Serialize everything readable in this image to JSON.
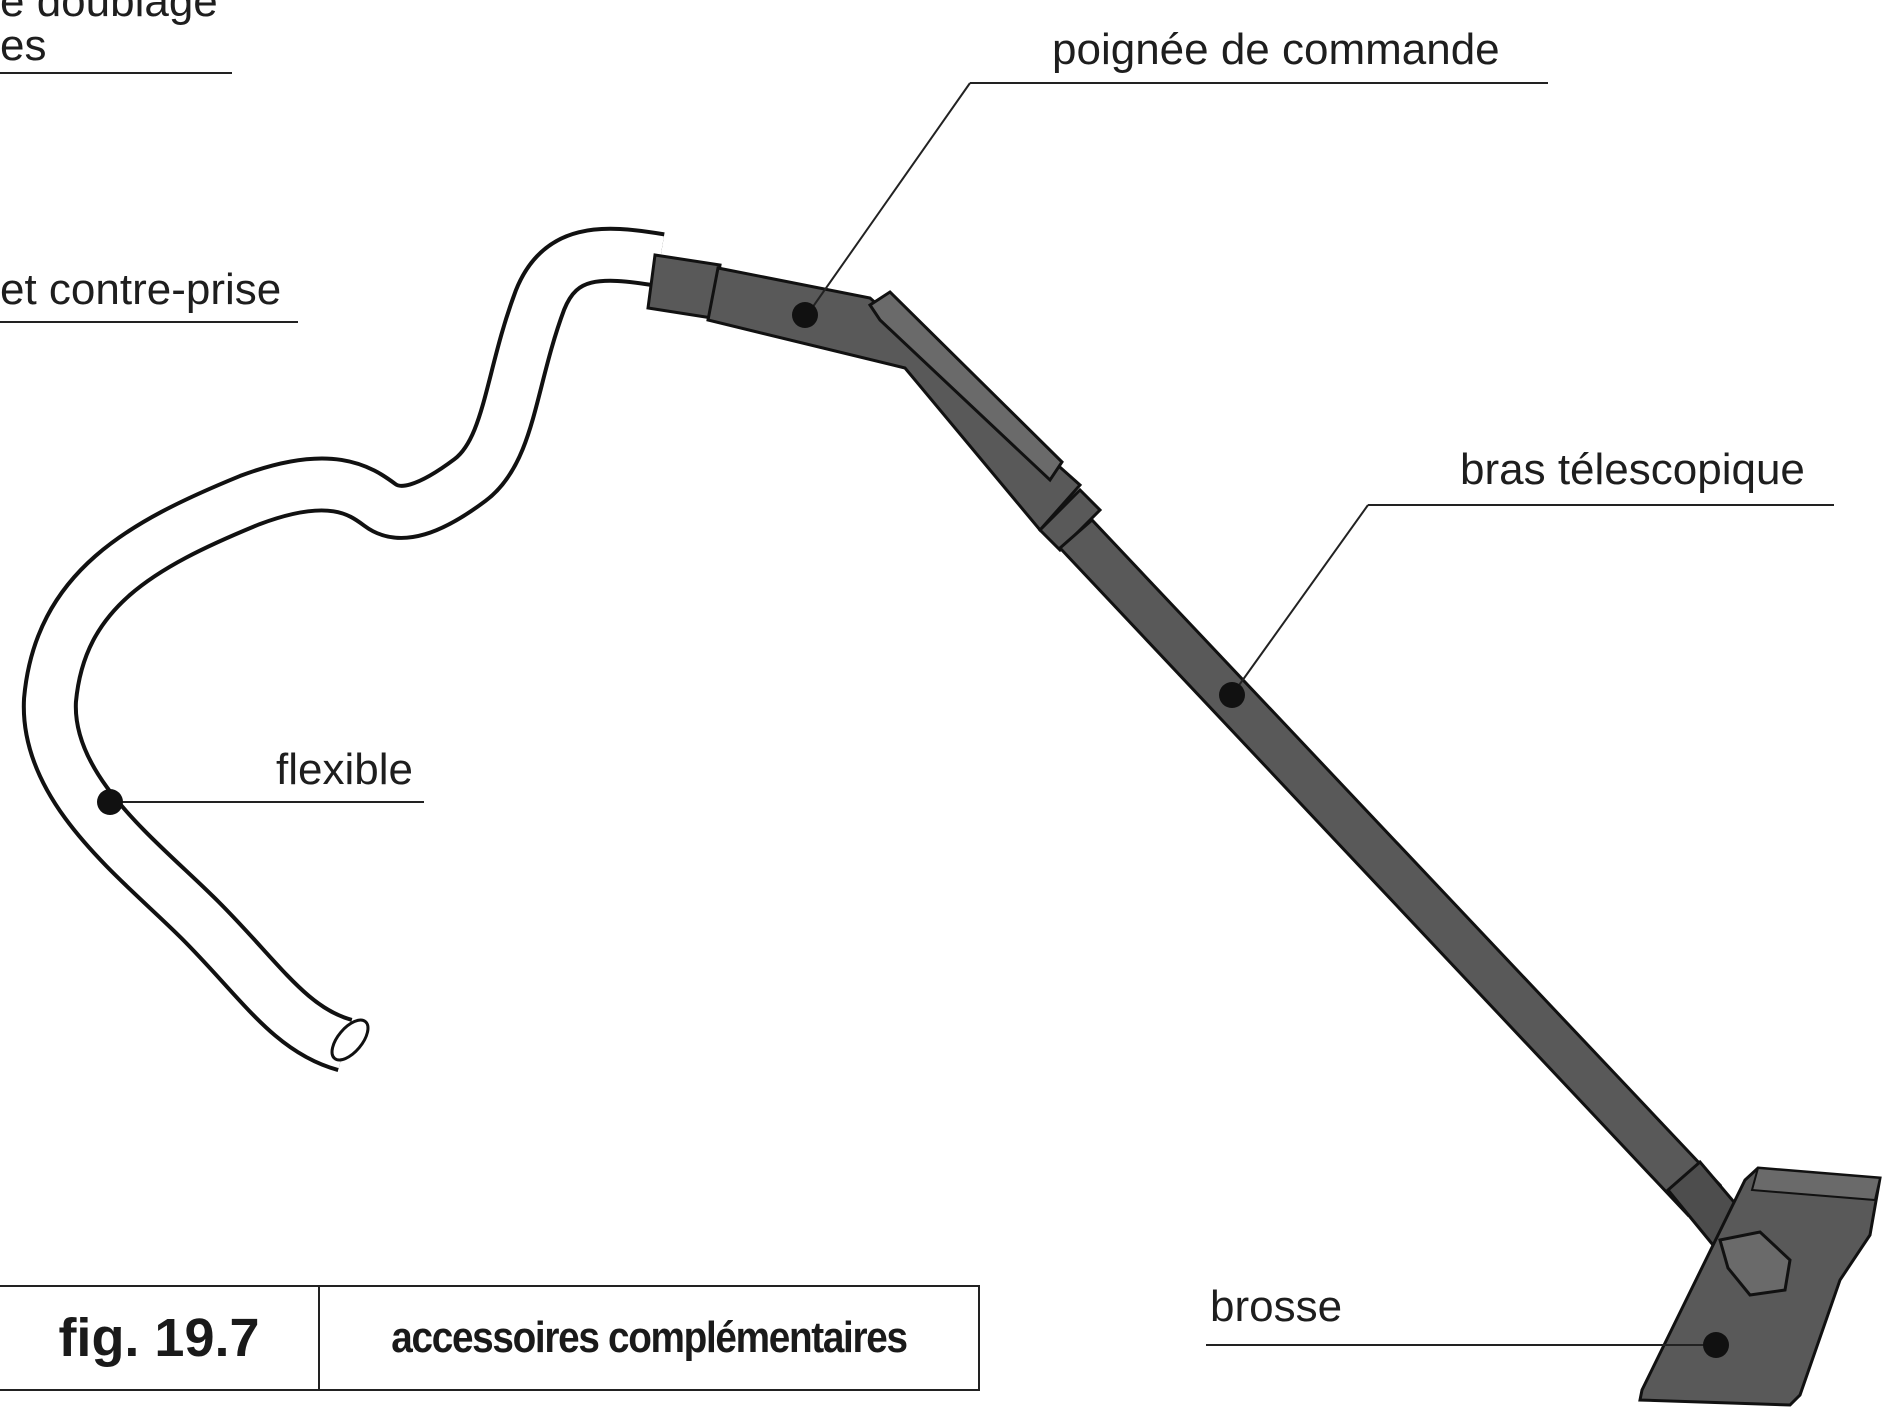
{
  "labels": {
    "partial_top": "e doublage",
    "partial_top2": "es",
    "partial_mid": "et contre-prise",
    "flexible": "flexible",
    "poignee": "poignée de commande",
    "bras": "bras télescopique",
    "brosse": "brosse"
  },
  "caption": {
    "figure": "fig. 19.7",
    "title": "accessoires complémentaires"
  },
  "colors": {
    "tube_fill": "#595959",
    "tube_dark": "#3f3f3f",
    "hose_fill": "#ffffff",
    "outline": "#111111"
  }
}
